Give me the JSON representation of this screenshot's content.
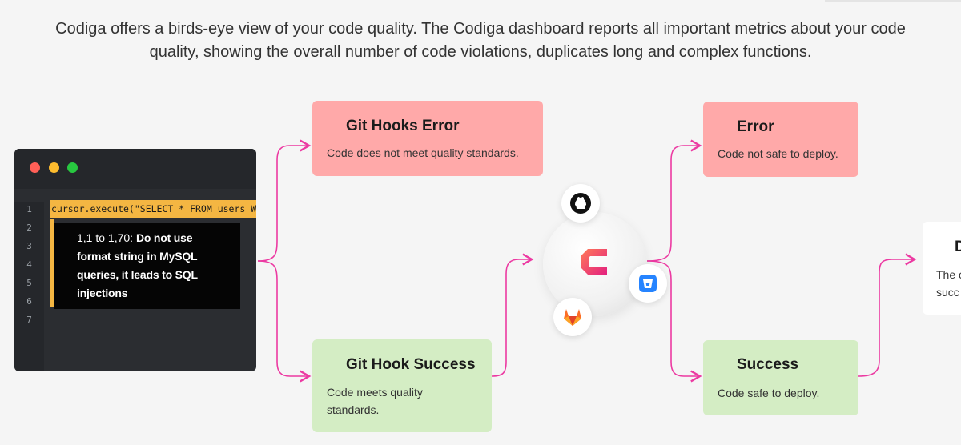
{
  "intro": {
    "line1": "Codiga offers a birds-eye view of your code quality. The Codiga dashboard reports all important metrics about your code",
    "line2": "quality, showing the overall number of code violations, duplicates long and complex functions."
  },
  "editor": {
    "line_numbers": [
      "1",
      "2",
      "3",
      "4",
      "5",
      "6",
      "7"
    ],
    "code": "cursor.execute(\"SELECT * FROM users W",
    "violation": {
      "range": "1,1 to 1,70: ",
      "message_1": "Do not use",
      "message_2": "format string in MySQL",
      "message_3": "queries, it leads to SQL",
      "message_4": "injections"
    }
  },
  "git_hooks_error": {
    "title": "Git Hooks Error",
    "desc": "Code does not meet quality standards."
  },
  "git_hook_success": {
    "title": "Git Hook Success",
    "desc_1": "Code meets quality",
    "desc_2": "standards."
  },
  "error": {
    "title": "Error",
    "desc": "Code not safe to deploy."
  },
  "success": {
    "title": "Success",
    "desc": "Code safe to deploy."
  },
  "cut_card": {
    "title": "D",
    "desc_1": "The c",
    "desc_2": "succ"
  },
  "icons": {
    "hub": "codiga-logo-icon",
    "github": "github-icon",
    "gitlab": "gitlab-icon",
    "bitbucket": "bitbucket-icon"
  },
  "colors": {
    "error_card": "#ffa9a9",
    "success_card": "#d4edc4",
    "connector": "#ec3aa2",
    "code_highlight": "#f4b642"
  }
}
